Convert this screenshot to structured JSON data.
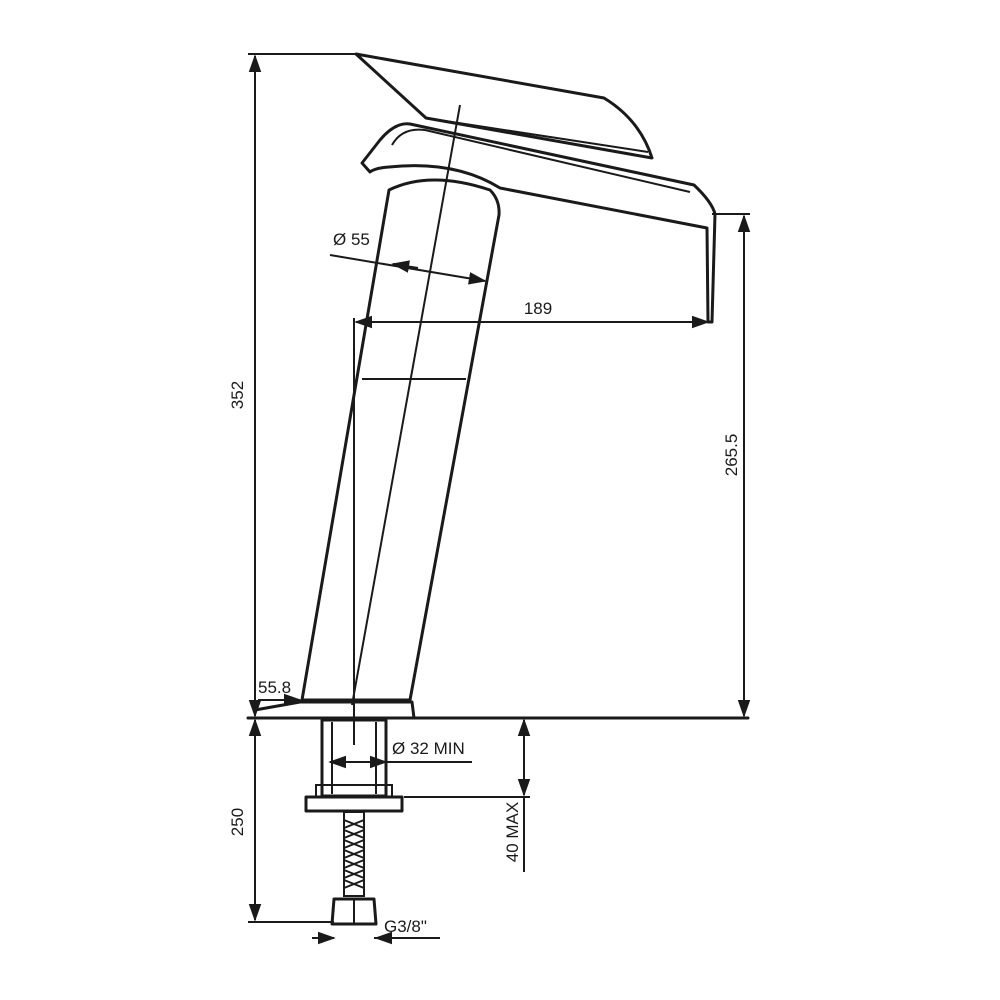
{
  "dimensions": {
    "total_height": "352",
    "spout_height": "265.5",
    "spout_reach": "189",
    "body_diameter": "Ø 55",
    "base_offset": "55.8",
    "hole_diameter": "Ø 32 MIN",
    "shank_length": "250",
    "max_deck_thickness": "40 MAX",
    "thread_size": "G3/8\""
  },
  "colors": {
    "line": "#1a1a1a",
    "background": "#ffffff"
  }
}
